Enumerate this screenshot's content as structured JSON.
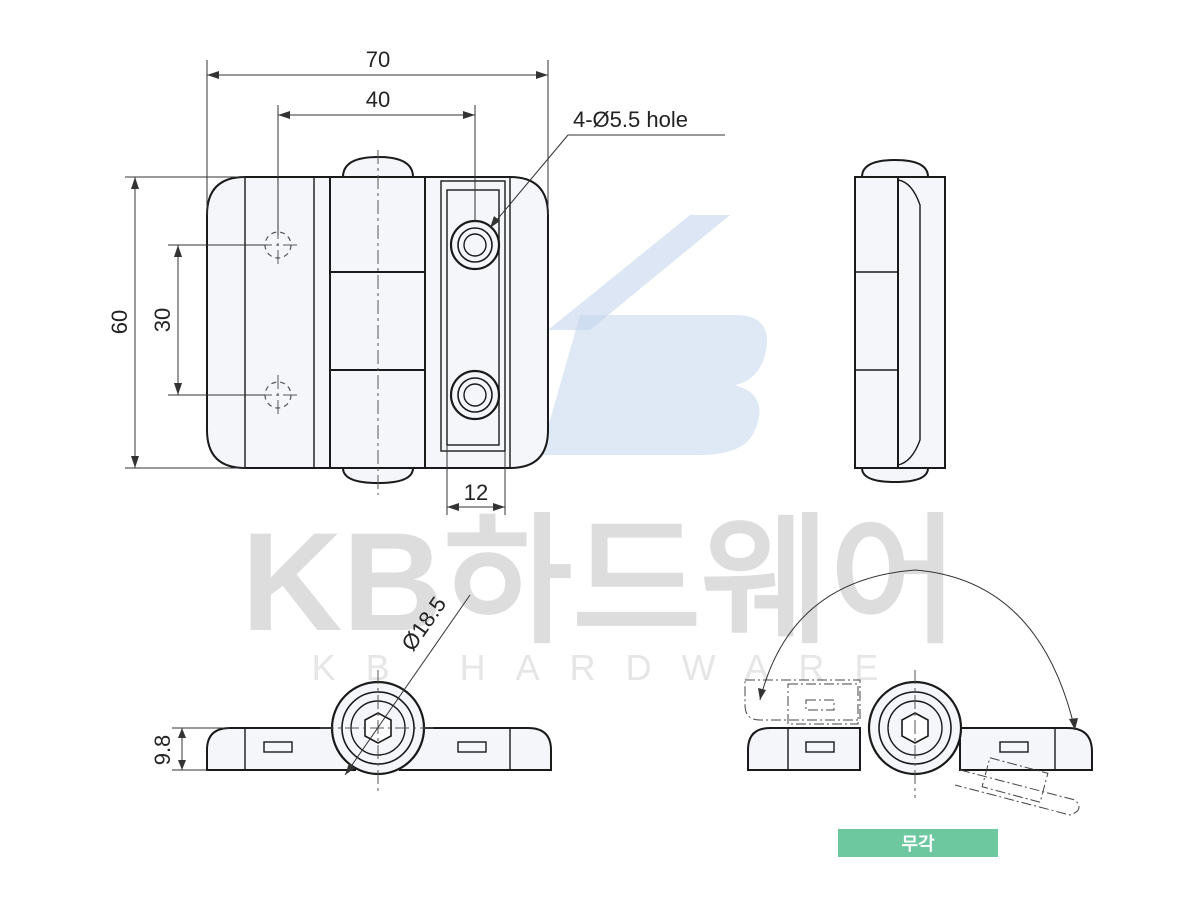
{
  "watermark": {
    "main": "KB하드웨어",
    "sub": "KB HARDWARE"
  },
  "dimensions": {
    "width_overall": "70",
    "width_inner": "40",
    "hole_callout": "4-Ø5.5 hole",
    "height_overall": "60",
    "height_holes": "30",
    "leaf_edge": "12",
    "knuckle_dia": "Ø18.5",
    "thickness": "9.8"
  },
  "badge": {
    "label": "무각",
    "color": "#6dc8a0"
  },
  "colors": {
    "logo_blue": "#c5d6ec",
    "watermark_gray": "#dddddd"
  }
}
